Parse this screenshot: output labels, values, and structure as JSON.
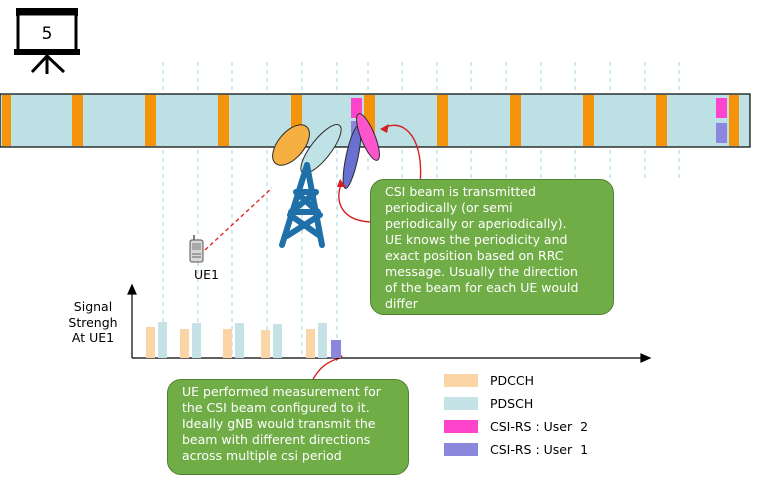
{
  "slide_number": "5",
  "colors": {
    "pdcch": "#fbd5a5",
    "pdsch": "#c5e3e6",
    "csi_user2": "#ff44cc",
    "csi_user1": "#8b87dd",
    "slot_bar": "#f5940a",
    "grid_bg": "#bce0e3",
    "callout": "#70ad47",
    "tower": "#1f6fa8",
    "red_line": "#e02020"
  },
  "ue_label": "UE1",
  "y_axis_label": "Signal\nStrengh\nAt UE1",
  "callout_top": "CSI beam is transmitted\nperiodically (or semi\nperiodically or aperiodically).\nUE knows the periodicity and\nexact position based on RRC\nmessage. Usually the direction\nof the beam for each UE would\ndiffer",
  "callout_bottom": "UE performed measurement for\nthe CSI beam configured to it.\nIdeally gNB would transmit the\nbeam with different directions\nacross multiple csi period",
  "legend": [
    {
      "label": "PDCCH",
      "color": "#fbd5a5"
    },
    {
      "label": "PDSCH",
      "color": "#c5e3e6"
    },
    {
      "label": "CSI-RS : User  2",
      "color": "#ff44cc"
    },
    {
      "label": "CSI-RS : User  1",
      "color": "#8b87dd"
    }
  ],
  "beams": [
    {
      "name": "beam-orange",
      "color": "#f5b041"
    },
    {
      "name": "beam-teal",
      "color": "#bfe2e6"
    },
    {
      "name": "beam-blue",
      "color": "#6a6fd2"
    },
    {
      "name": "beam-pink",
      "color": "#ff55cc"
    }
  ]
}
